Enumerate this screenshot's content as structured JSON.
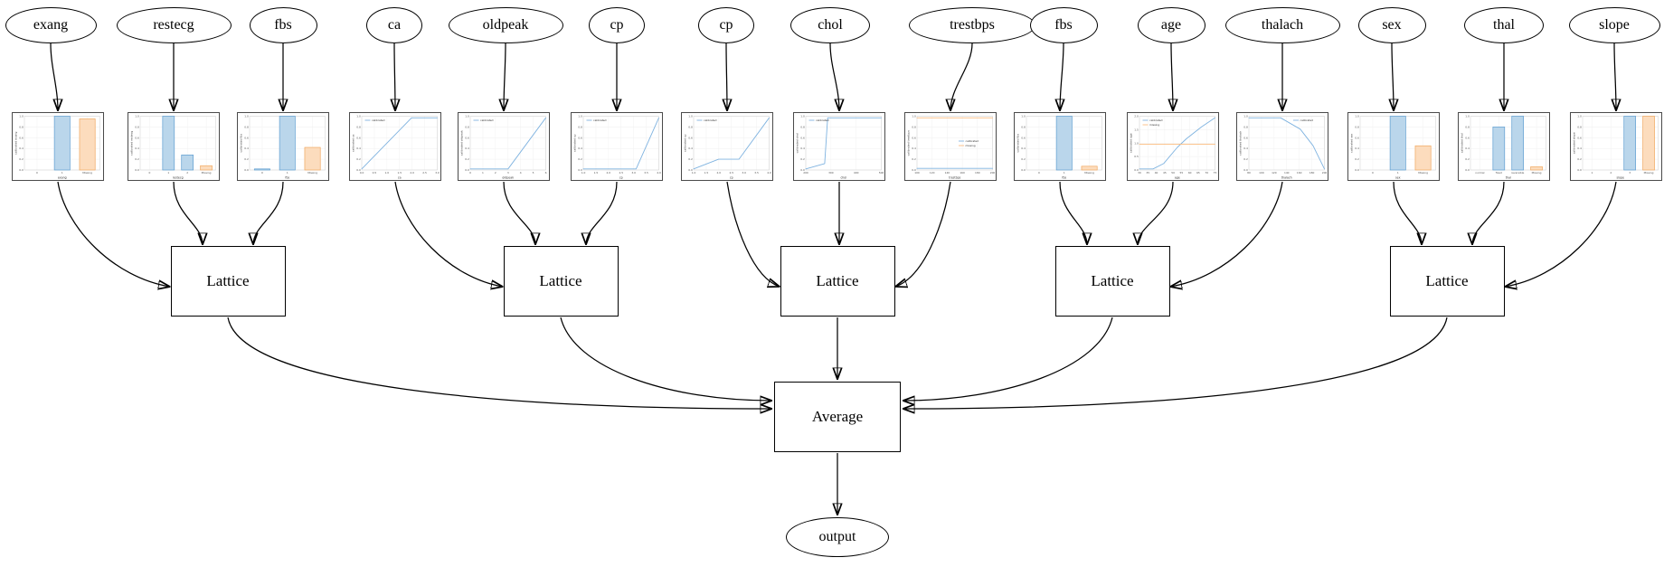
{
  "diagram": {
    "features": [
      {
        "label": "exang",
        "chart": {
          "type": "bar",
          "ylabel": "calibrated exang",
          "xlabel": "exang",
          "yticks": [
            "0.0",
            "0.2",
            "0.4",
            "0.6",
            "0.8",
            "1.0"
          ],
          "categories": [
            "0",
            "1",
            "Missing"
          ],
          "values": [
            0,
            1.0,
            0.95
          ],
          "bar_colors": [
            "blue",
            "blue",
            "orange"
          ],
          "legend": []
        }
      },
      {
        "label": "restecg",
        "chart": {
          "type": "bar",
          "ylabel": "calibrated restecg",
          "xlabel": "restecg",
          "yticks": [
            "0.0",
            "0.2",
            "0.4",
            "0.6",
            "0.8",
            "1.0"
          ],
          "categories": [
            "0",
            "1",
            "2",
            "Missing"
          ],
          "values": [
            0,
            1.0,
            0.28,
            0.08
          ],
          "bar_colors": [
            "blue",
            "blue",
            "blue",
            "orange"
          ],
          "legend": []
        }
      },
      {
        "label": "fbs",
        "chart": {
          "type": "bar",
          "ylabel": "calibrated fbs",
          "xlabel": "fbs",
          "yticks": [
            "0.0",
            "0.2",
            "0.4",
            "0.6",
            "0.8",
            "1.0"
          ],
          "categories": [
            "0",
            "1",
            "Missing"
          ],
          "values": [
            0.02,
            1.0,
            0.42
          ],
          "bar_colors": [
            "blue",
            "blue",
            "orange"
          ],
          "legend": []
        }
      },
      {
        "label": "ca",
        "chart": {
          "type": "line",
          "ylabel": "calibrated ca",
          "xlabel": "ca",
          "yticks": [
            "0.0",
            "0.2",
            "0.4",
            "0.6",
            "0.8",
            "1.0"
          ],
          "xticks": [
            "0.0",
            "0.5",
            "1.0",
            "1.5",
            "2.0",
            "2.5",
            "3.0"
          ],
          "series": [
            {
              "name": "calibrated",
              "color": "blue",
              "points": [
                [
                  0,
                  0.02
                ],
                [
                  0.66,
                  0.97
                ],
                [
                  1,
                  0.97
                ]
              ]
            }
          ],
          "legend": [
            {
              "label": "calibrated",
              "color": "blue"
            }
          ],
          "legend_pos": "top-left"
        }
      },
      {
        "label": "oldpeak",
        "chart": {
          "type": "line",
          "ylabel": "calibrated oldpeak",
          "xlabel": "oldpeak",
          "yticks": [
            "0.0",
            "0.2",
            "0.4",
            "0.6",
            "0.8",
            "1.0"
          ],
          "xticks": [
            "0",
            "1",
            "2",
            "3",
            "4",
            "5",
            "6"
          ],
          "series": [
            {
              "name": "calibrated",
              "color": "blue",
              "points": [
                [
                  0,
                  0.02
                ],
                [
                  0.5,
                  0.02
                ],
                [
                  1,
                  0.97
                ]
              ]
            }
          ],
          "legend": [
            {
              "label": "calibrated",
              "color": "blue"
            }
          ],
          "legend_pos": "top-left"
        }
      },
      {
        "label": "cp",
        "chart": {
          "type": "line",
          "ylabel": "calibrated cp",
          "xlabel": "cp",
          "yticks": [
            "0.0",
            "0.2",
            "0.4",
            "0.6",
            "0.8",
            "1.0"
          ],
          "xticks": [
            "1.0",
            "1.5",
            "2.0",
            "2.5",
            "3.0",
            "3.5",
            "4.0"
          ],
          "series": [
            {
              "name": "calibrated",
              "color": "blue",
              "points": [
                [
                  0,
                  0.02
                ],
                [
                  0.7,
                  0.02
                ],
                [
                  1,
                  0.97
                ]
              ]
            }
          ],
          "legend": [
            {
              "label": "calibrated",
              "color": "blue"
            }
          ],
          "legend_pos": "top-left"
        }
      },
      {
        "label": "cp",
        "chart": {
          "type": "line",
          "ylabel": "calibrated cp",
          "xlabel": "cp",
          "yticks": [
            "0.0",
            "0.2",
            "0.4",
            "0.6",
            "0.8",
            "1.0"
          ],
          "xticks": [
            "1.0",
            "1.5",
            "2.0",
            "2.5",
            "3.0",
            "3.5",
            "4.0"
          ],
          "series": [
            {
              "name": "calibrated",
              "color": "blue",
              "points": [
                [
                  0,
                  0.02
                ],
                [
                  0.33,
                  0.2
                ],
                [
                  0.6,
                  0.2
                ],
                [
                  1,
                  0.97
                ]
              ]
            }
          ],
          "legend": [
            {
              "label": "calibrated",
              "color": "blue"
            }
          ],
          "legend_pos": "top-left"
        }
      },
      {
        "label": "chol",
        "chart": {
          "type": "line",
          "ylabel": "calibrated chol",
          "xlabel": "chol",
          "yticks": [
            "0.0",
            "0.2",
            "0.4",
            "0.6",
            "0.8",
            "1.0"
          ],
          "xticks": [
            "200",
            "300",
            "400",
            "500"
          ],
          "series": [
            {
              "name": "calibrated",
              "color": "blue",
              "points": [
                [
                  0,
                  0.02
                ],
                [
                  0.25,
                  0.12
                ],
                [
                  0.29,
                  0.97
                ],
                [
                  1,
                  0.97
                ]
              ]
            }
          ],
          "legend": [
            {
              "label": "calibrated",
              "color": "blue"
            }
          ],
          "legend_pos": "top-left"
        }
      },
      {
        "label": "trestbps",
        "chart": {
          "type": "line",
          "ylabel": "calibrated trestbps",
          "xlabel": "trestbps",
          "yticks": [
            "0.0",
            "0.2",
            "0.4",
            "0.6",
            "0.8",
            "1.0"
          ],
          "xticks": [
            "100",
            "120",
            "140",
            "160",
            "180",
            "200"
          ],
          "series": [
            {
              "name": "calibrated",
              "color": "blue",
              "points": [
                [
                  0,
                  0.03
                ],
                [
                  1,
                  0.03
                ]
              ]
            },
            {
              "name": "missing",
              "color": "orange",
              "points": [
                [
                  0,
                  0.97
                ],
                [
                  1,
                  0.97
                ]
              ]
            }
          ],
          "legend": [
            {
              "label": "calibrated",
              "color": "blue"
            },
            {
              "label": "missing",
              "color": "orange"
            }
          ],
          "legend_pos": "mid-right"
        }
      },
      {
        "label": "fbs",
        "chart": {
          "type": "bar",
          "ylabel": "calibrated fbs",
          "xlabel": "fbs",
          "yticks": [
            "0.0",
            "0.2",
            "0.4",
            "0.6",
            "0.8",
            "1.0"
          ],
          "categories": [
            "0",
            "1",
            "Missing"
          ],
          "values": [
            0,
            1.0,
            0.07
          ],
          "bar_colors": [
            "blue",
            "blue",
            "orange"
          ],
          "legend": []
        }
      },
      {
        "label": "age",
        "chart": {
          "type": "line",
          "ylabel": "calibrated age",
          "xlabel": "age",
          "yticks": [
            "0.0",
            "0.5",
            "1.0",
            "1.5",
            "2.0"
          ],
          "xticks": [
            "30",
            "35",
            "40",
            "45",
            "50",
            "55",
            "60",
            "65",
            "70",
            "75"
          ],
          "series": [
            {
              "name": "calibrated",
              "color": "blue",
              "points": [
                [
                  0,
                  0.02
                ],
                [
                  0.18,
                  0.02
                ],
                [
                  0.32,
                  0.12
                ],
                [
                  0.5,
                  0.42
                ],
                [
                  0.62,
                  0.58
                ],
                [
                  0.82,
                  0.8
                ],
                [
                  1,
                  0.97
                ]
              ]
            },
            {
              "name": "missing",
              "color": "orange",
              "points": [
                [
                  0,
                  0.48
                ],
                [
                  1,
                  0.48
                ]
              ]
            }
          ],
          "legend": [
            {
              "label": "calibrated",
              "color": "blue"
            },
            {
              "label": "missing",
              "color": "orange"
            }
          ],
          "legend_pos": "top-left"
        }
      },
      {
        "label": "thalach",
        "chart": {
          "type": "line",
          "ylabel": "calibrated thalach",
          "xlabel": "thalach",
          "yticks": [
            "0.0",
            "0.2",
            "0.4",
            "0.6",
            "0.8",
            "1.0"
          ],
          "xticks": [
            "80",
            "100",
            "120",
            "140",
            "160",
            "180",
            "200"
          ],
          "series": [
            {
              "name": "calibrated",
              "color": "blue",
              "points": [
                [
                  0,
                  0.97
                ],
                [
                  0.42,
                  0.97
                ],
                [
                  0.68,
                  0.76
                ],
                [
                  0.85,
                  0.45
                ],
                [
                  1,
                  0.02
                ]
              ]
            }
          ],
          "legend": [
            {
              "label": "calibrated",
              "color": "blue"
            }
          ],
          "legend_pos": "top-right"
        }
      },
      {
        "label": "sex",
        "chart": {
          "type": "bar",
          "ylabel": "calibrated sex",
          "xlabel": "sex",
          "yticks": [
            "0.0",
            "0.2",
            "0.4",
            "0.6",
            "0.8",
            "1.0"
          ],
          "categories": [
            "0",
            "1",
            "Missing"
          ],
          "values": [
            0,
            1.0,
            0.45
          ],
          "bar_colors": [
            "blue",
            "blue",
            "orange"
          ],
          "legend": []
        }
      },
      {
        "label": "thal",
        "chart": {
          "type": "bar",
          "ylabel": "calibrated thal",
          "xlabel": "thal",
          "yticks": [
            "0.0",
            "0.2",
            "0.4",
            "0.6",
            "0.8",
            "1.0"
          ],
          "categories": [
            "normal",
            "fixed",
            "reversible",
            "Missing"
          ],
          "values": [
            0,
            0.8,
            1.0,
            0.06
          ],
          "bar_colors": [
            "blue",
            "blue",
            "blue",
            "orange"
          ],
          "legend": []
        }
      },
      {
        "label": "slope",
        "chart": {
          "type": "bar",
          "ylabel": "calibrated slope",
          "xlabel": "slope",
          "yticks": [
            "0.0",
            "0.2",
            "0.4",
            "0.6",
            "0.8",
            "1.0"
          ],
          "categories": [
            "1",
            "2",
            "3",
            "Missing"
          ],
          "values": [
            0,
            0,
            1.0,
            1.0
          ],
          "bar_colors": [
            "blue",
            "blue",
            "blue",
            "orange"
          ],
          "legend": []
        }
      }
    ],
    "lattices": [
      {
        "label": "Lattice",
        "inputs": [
          "exang",
          "restecg",
          "fbs"
        ]
      },
      {
        "label": "Lattice",
        "inputs": [
          "ca",
          "oldpeak",
          "cp"
        ]
      },
      {
        "label": "Lattice",
        "inputs": [
          "cp",
          "chol",
          "trestbps"
        ]
      },
      {
        "label": "Lattice",
        "inputs": [
          "fbs",
          "age",
          "thalach"
        ]
      },
      {
        "label": "Lattice",
        "inputs": [
          "sex",
          "thal",
          "slope"
        ]
      }
    ],
    "combiner": {
      "label": "Average"
    },
    "output": {
      "label": "output"
    }
  },
  "colors": {
    "blue": {
      "fill": "#bad6eb",
      "edge": "#5f9ed1",
      "line": "#7fb3e0"
    },
    "orange": {
      "fill": "#fcdcbd",
      "edge": "#f0a860",
      "line": "#fbbd80"
    },
    "edge_stroke": "#000000"
  }
}
